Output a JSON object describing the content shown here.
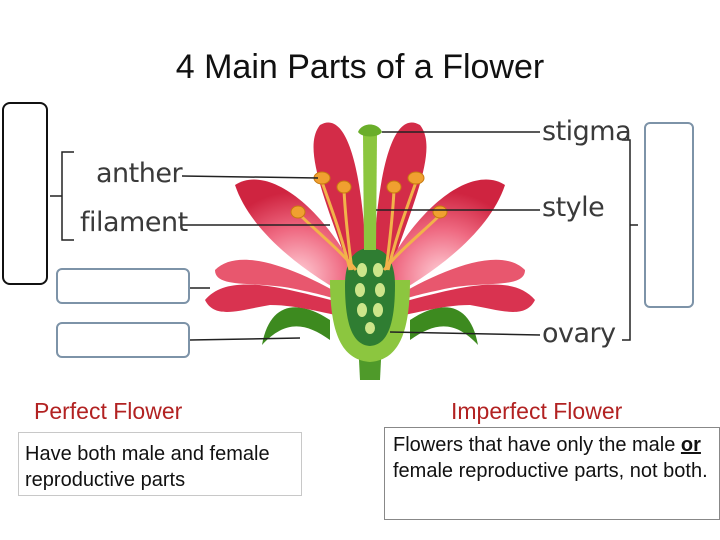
{
  "title": "4 Main Parts of a Flower",
  "labels": {
    "anther": "anther",
    "filament": "filament",
    "stigma": "stigma",
    "style": "style",
    "ovary": "ovary"
  },
  "perfect": {
    "heading": "Perfect Flower",
    "description": "Have both male and female reproductive parts"
  },
  "imperfect": {
    "heading": "Imperfect Flower",
    "description_before": "Flowers that have only the male ",
    "description_emphasis": "or",
    "description_after": " female reproductive parts, not both."
  },
  "colors": {
    "petal": "#e0405a",
    "petal_light": "#f29aa8",
    "stem": "#4f9a2a",
    "heading": "#b22222",
    "blank_box_border": "#7d93a8"
  }
}
